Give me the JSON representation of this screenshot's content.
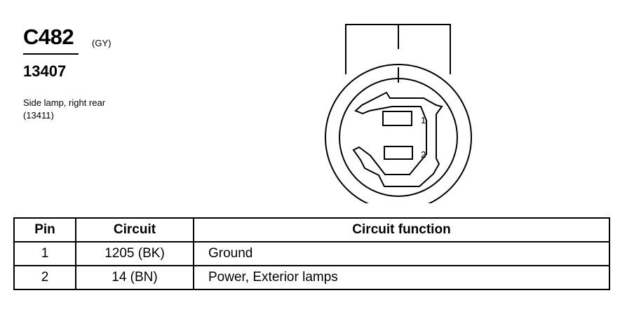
{
  "connector": {
    "id": "C482",
    "color": "(GY)",
    "part_number": "13407",
    "description_lines": [
      "Side lamp, right rear",
      "(13411)"
    ],
    "pin_labels": [
      "1",
      "2"
    ]
  },
  "table": {
    "headers": {
      "pin": "Pin",
      "circuit": "Circuit",
      "function": "Circuit function"
    },
    "rows": [
      {
        "pin": "1",
        "circuit": "1205 (BK)",
        "function": "Ground"
      },
      {
        "pin": "2",
        "circuit": "14 (BN)",
        "function": "Power, Exterior lamps"
      }
    ]
  }
}
